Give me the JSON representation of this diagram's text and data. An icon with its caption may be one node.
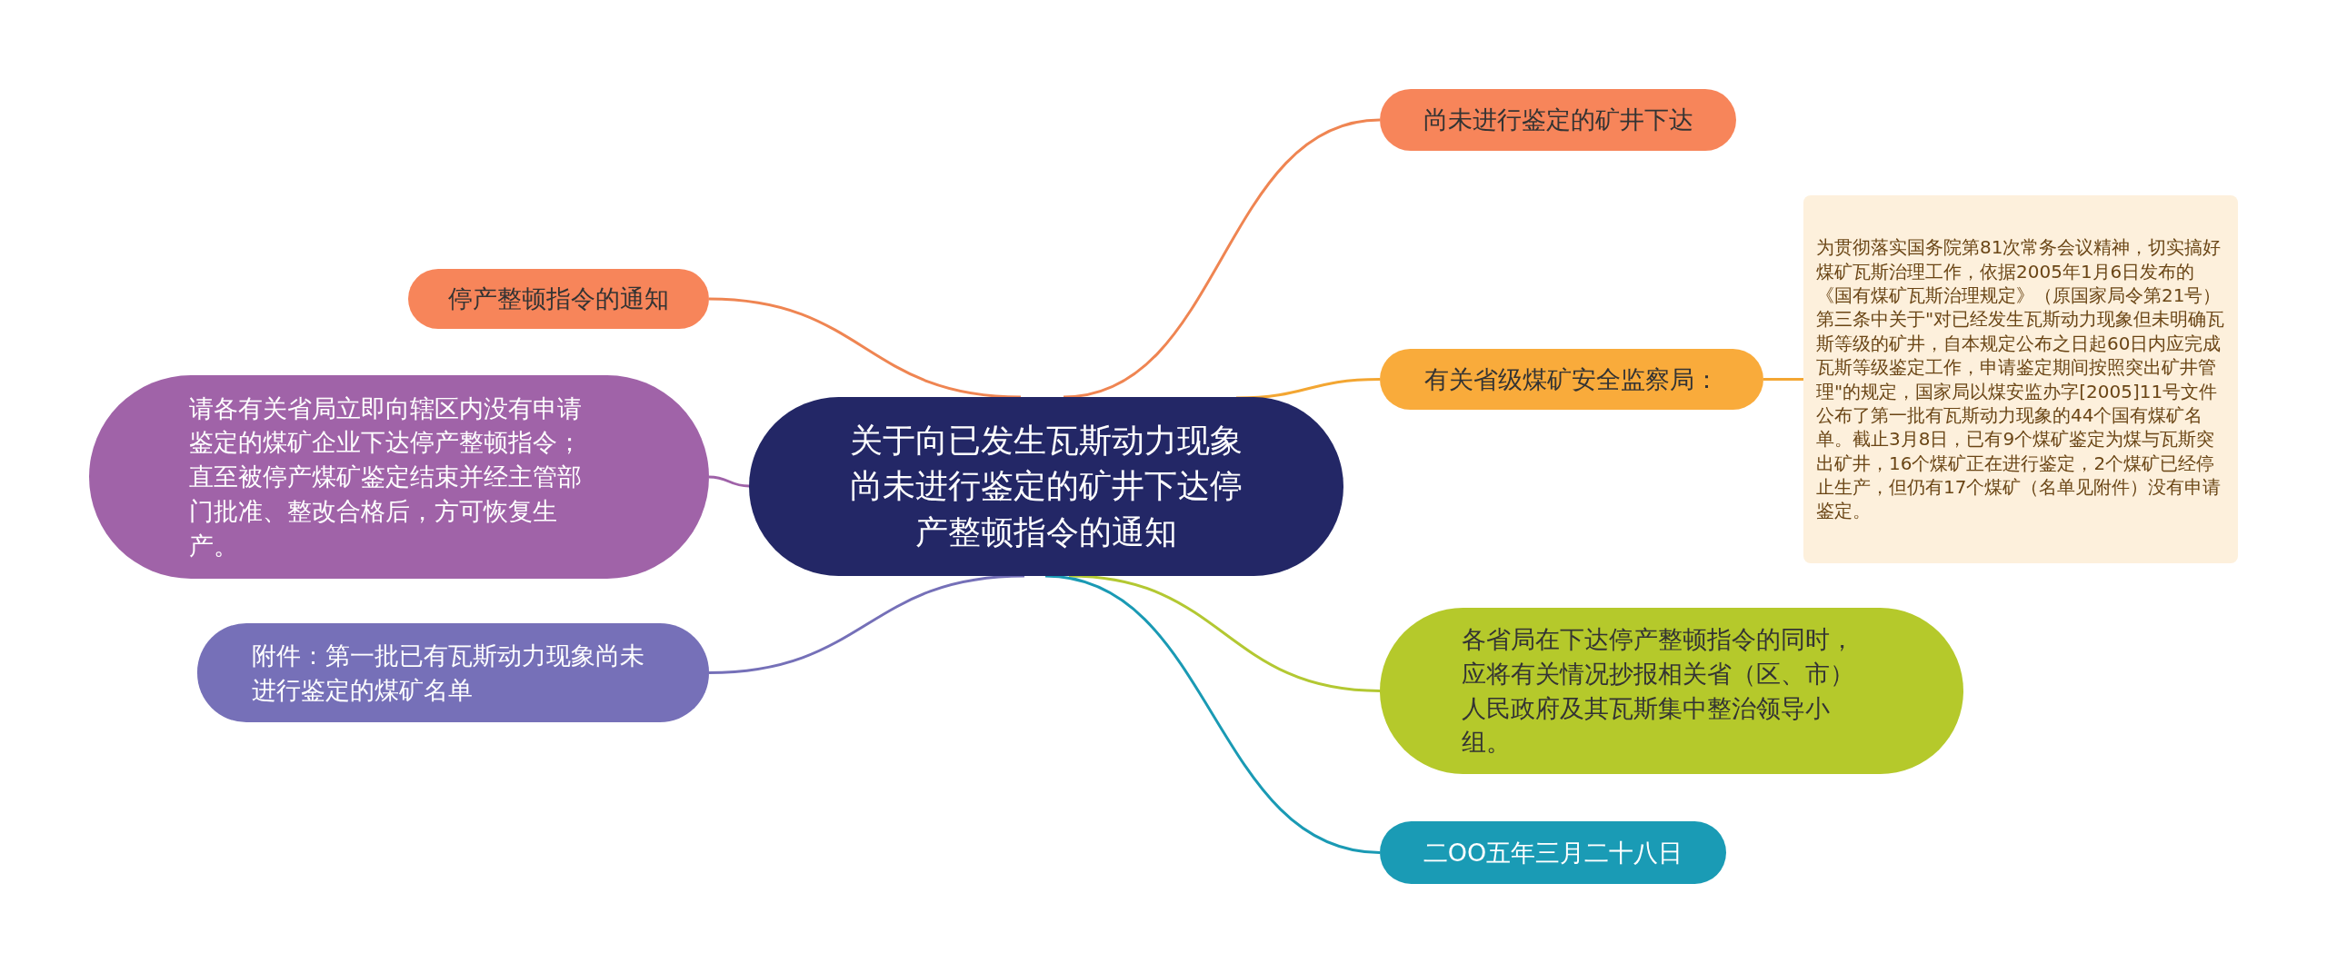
{
  "diagram": {
    "nodes": [
      {
        "text": [
          "关于向已发生瓦斯动力现象尚未进行鉴定的矿井下达停产整顿指令的通知"
        ]
      },
      {
        "text": [
          "尚未进行鉴定的矿井下达"
        ]
      },
      {
        "text": [
          "有关省级煤矿安全监察局："
        ]
      },
      {
        "text": [
          "为贯彻落实国务院第81次常务会议精神，切实搞好煤矿瓦斯治理工作，依据2005年1月6日发布的《国有煤矿瓦斯治理规定》（原国家局令第21号）第三条中关于\"对已经发生瓦斯动力现象但未明确瓦斯等级的矿井，自本规定公布之日起60日内应完成瓦斯等级鉴定工作，申请鉴定期间按照突出矿井管理\"的规定，国家局以煤安监办字[2005]11号文件公布了第一批有瓦斯动力现象的44个国有煤矿名单。截止3月8日，已有9个煤矿鉴定为煤与瓦斯突出矿井，16个煤矿正在进行鉴定，2个煤矿已经停止生产，但仍有17个煤矿（名单见附件）没有申请鉴定。"
        ]
      },
      {
        "text": [
          "各省局在下达停产整顿指令的同时，应将有关情况抄报相关省（区、市）人民政府及其瓦斯集中整治领导小组。"
        ]
      },
      {
        "text": [
          "二OO五年三月二十八日"
        ]
      },
      {
        "text": [
          "停产整顿指令的通知"
        ]
      },
      {
        "text": [
          "请各有关省局立即向辖区内没有申请鉴定的煤矿企业下达停产整顿指令；直至被停产煤矿鉴定结束并经主管部门批准、整改合格后，方可恢复生产。"
        ]
      },
      {
        "text": [
          "附件：第一批已有瓦斯动力现象尚未进行鉴定的煤矿名单"
        ]
      }
    ],
    "edges": [
      {
        "from": 0,
        "to": 1,
        "arrow": "none",
        "color": "#ef8552"
      },
      {
        "from": 0,
        "to": 2,
        "arrow": "none",
        "color": "#f3a632"
      },
      {
        "from": 2,
        "to": 3,
        "arrow": "none",
        "color": "#f3a632"
      },
      {
        "from": 0,
        "to": 4,
        "arrow": "none",
        "color": "#b3c832"
      },
      {
        "from": 0,
        "to": 5,
        "arrow": "none",
        "color": "#1a9ab4"
      },
      {
        "from": 0,
        "to": 6,
        "arrow": "none",
        "color": "#ef8552"
      },
      {
        "from": 0,
        "to": 7,
        "arrow": "none",
        "color": "#9f62a8"
      },
      {
        "from": 0,
        "to": 8,
        "arrow": "none",
        "color": "#7570b8"
      }
    ]
  }
}
